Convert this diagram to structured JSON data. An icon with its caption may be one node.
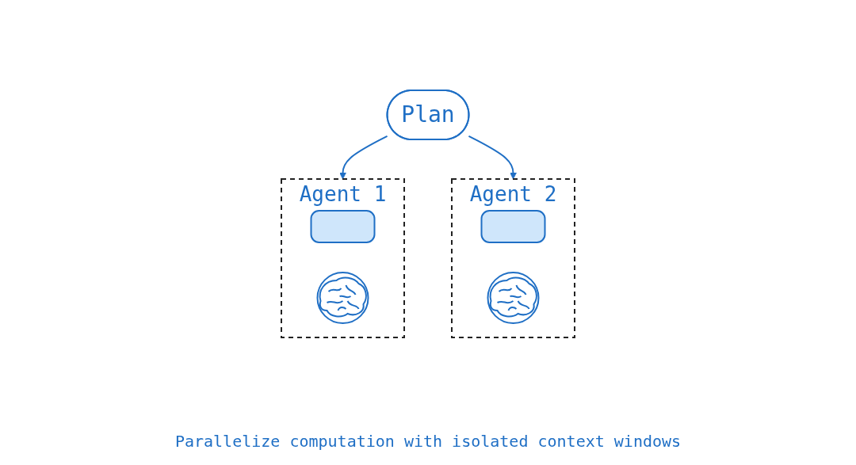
{
  "diagram": {
    "caption": "Parallelize computation with isolated context windows",
    "nodes": [
      {
        "text": [
          "Plan"
        ]
      },
      {
        "text": [
          "Agent 1"
        ]
      },
      {
        "text": [],
        "shape": "box",
        "in": 1
      },
      {
        "text": [],
        "shape": "picture",
        "in": 1
      },
      {
        "text": [
          "Agent 2"
        ]
      },
      {
        "text": [],
        "shape": "box",
        "in": 4
      },
      {
        "text": [],
        "shape": "picture",
        "in": 4
      }
    ],
    "edges": [
      {
        "from": 0,
        "to": 1,
        "arrow": "to"
      },
      {
        "from": 0,
        "to": 4,
        "arrow": "to"
      }
    ]
  }
}
